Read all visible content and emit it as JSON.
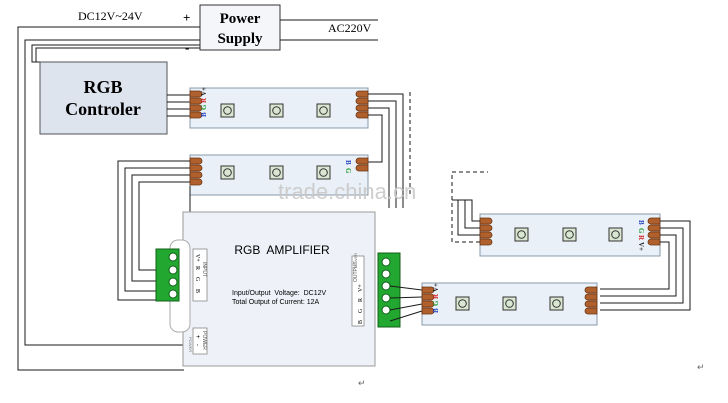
{
  "supply": {
    "dc_label": "DC12V~24V",
    "plus": "+",
    "minus": "-",
    "title_line1": "Power",
    "title_line2": "Supply",
    "ac_label": "AC220V"
  },
  "controller": {
    "title_line1": "RGB",
    "title_line2": "Controler"
  },
  "amplifier": {
    "title": "RGB  AMPLIFIER",
    "spec_line1": "Input/Output  Voltage:  DC12V",
    "spec_line2": "Total Output of Current: 12A",
    "input_label": "INPUT",
    "input_pins": [
      "V+",
      "R",
      "G",
      "B"
    ],
    "output_label": "OUTPUT",
    "output_pins": [
      "V+",
      "R",
      "G",
      "B"
    ],
    "power_label": "POWER",
    "power_top": "POWER",
    "power_pins": [
      "+",
      "-"
    ]
  },
  "strips": {
    "pin_labels": [
      "V+",
      "R",
      "G",
      "B"
    ]
  },
  "watermark": "trade.china.cn",
  "marks": {
    "return_glyph": "↵"
  },
  "colors": {
    "wire": "#1a1a1a",
    "strip_fill": "#e9f0f7",
    "strip_stroke": "#8899aa",
    "connector": "#b0602c",
    "terminal_green": "#22a830",
    "box_fill": "#dde4ee",
    "pin_v": "#222222",
    "pin_r": "#d42020",
    "pin_g": "#1a9a2a",
    "pin_b": "#2040c0"
  }
}
